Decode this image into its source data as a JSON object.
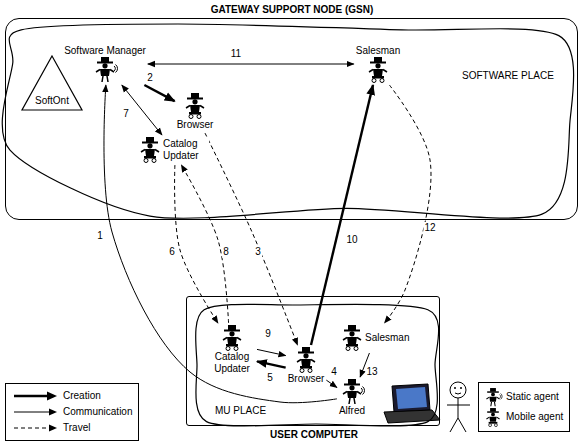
{
  "diagram": {
    "nodes": [
      {
        "text": [
          "GATEWAY SUPPORT NODE (GSN)"
        ]
      },
      {
        "text": [
          "SOFTWARE PLACE"
        ],
        "in": 0
      },
      {
        "text": [
          "SoftOnt"
        ],
        "in": 1
      },
      {
        "text": [
          "Software Manager"
        ],
        "in": 1
      },
      {
        "text": [
          "Browser"
        ],
        "in": 1
      },
      {
        "text": [
          "Salesman"
        ],
        "in": 1
      },
      {
        "text": [
          "Catalog Updater"
        ],
        "in": 1
      },
      {
        "text": [
          "USER COMPUTER"
        ]
      },
      {
        "text": [
          "MU PLACE"
        ],
        "in": 7
      },
      {
        "text": [
          "Catalog Updater"
        ],
        "in": 8
      },
      {
        "text": [
          "Browser"
        ],
        "in": 8
      },
      {
        "text": [
          "Salesman"
        ],
        "in": 8
      },
      {
        "text": [
          "Alfred"
        ],
        "in": 8
      }
    ],
    "edges": [
      {
        "from": 12,
        "to": 3,
        "arrow": "to",
        "label": "1"
      },
      {
        "from": 3,
        "to": 4,
        "arrow": "to",
        "label": "2"
      },
      {
        "from": 4,
        "to": 10,
        "arrow": "to",
        "label": "3"
      },
      {
        "from": 10,
        "to": 12,
        "arrow": "to",
        "label": "4"
      },
      {
        "from": 10,
        "to": 9,
        "arrow": "to",
        "label": "5"
      },
      {
        "from": 6,
        "to": 9,
        "arrow": "to",
        "label": "6"
      },
      {
        "from": 3,
        "to": 6,
        "arrow": "both",
        "label": "7"
      },
      {
        "from": 9,
        "to": 6,
        "arrow": "to",
        "label": "8"
      },
      {
        "from": 9,
        "to": 10,
        "arrow": "to",
        "label": "9"
      },
      {
        "from": 10,
        "to": 5,
        "arrow": "to",
        "label": "10"
      },
      {
        "from": 3,
        "to": 5,
        "arrow": "both",
        "label": "11"
      },
      {
        "from": 5,
        "to": 11,
        "arrow": "to",
        "label": "12"
      },
      {
        "from": 11,
        "to": 12,
        "arrow": "to",
        "label": "13"
      }
    ],
    "legend": [
      {
        "text": "Creation"
      },
      {
        "text": "Communication"
      },
      {
        "text": "Travel"
      },
      {
        "text": "Static agent"
      },
      {
        "text": "Mobile agent"
      }
    ]
  }
}
